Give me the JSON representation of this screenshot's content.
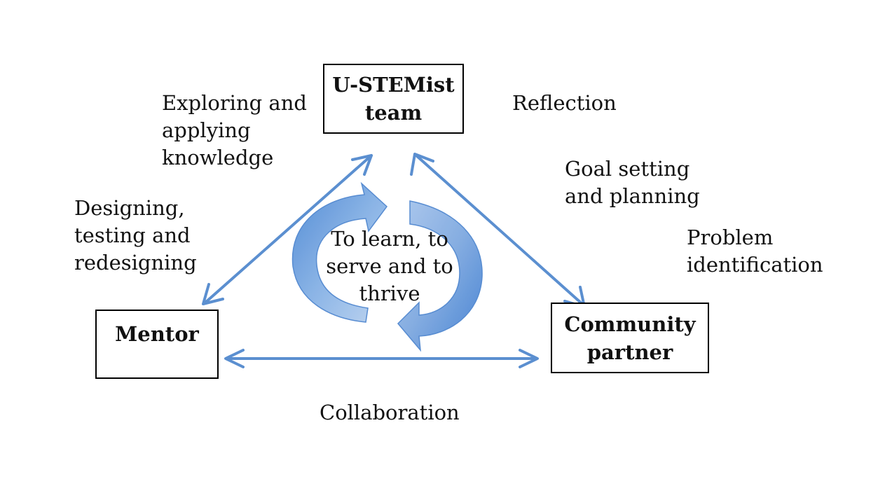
{
  "nodes": {
    "top": [
      "U-STEMist",
      "team"
    ],
    "left": [
      "Mentor"
    ],
    "right": [
      "Community",
      "partner"
    ]
  },
  "edge_labels": {
    "top_left_1": [
      "Exploring and",
      "applying",
      "knowledge"
    ],
    "top_left_2": [
      "Designing,",
      "testing and",
      "redesigning"
    ],
    "top_right_1": [
      "Reflection"
    ],
    "top_right_2": [
      "Goal setting",
      "and planning"
    ],
    "top_right_3": [
      "Problem",
      "identification"
    ],
    "bottom": [
      "Collaboration"
    ]
  },
  "center_text": [
    "To learn, to",
    "serve and to",
    "thrive"
  ],
  "colors": {
    "arrow": "#5b8fd0",
    "cycle_arrow": "#6a9ad8",
    "box_border": "#000000"
  }
}
